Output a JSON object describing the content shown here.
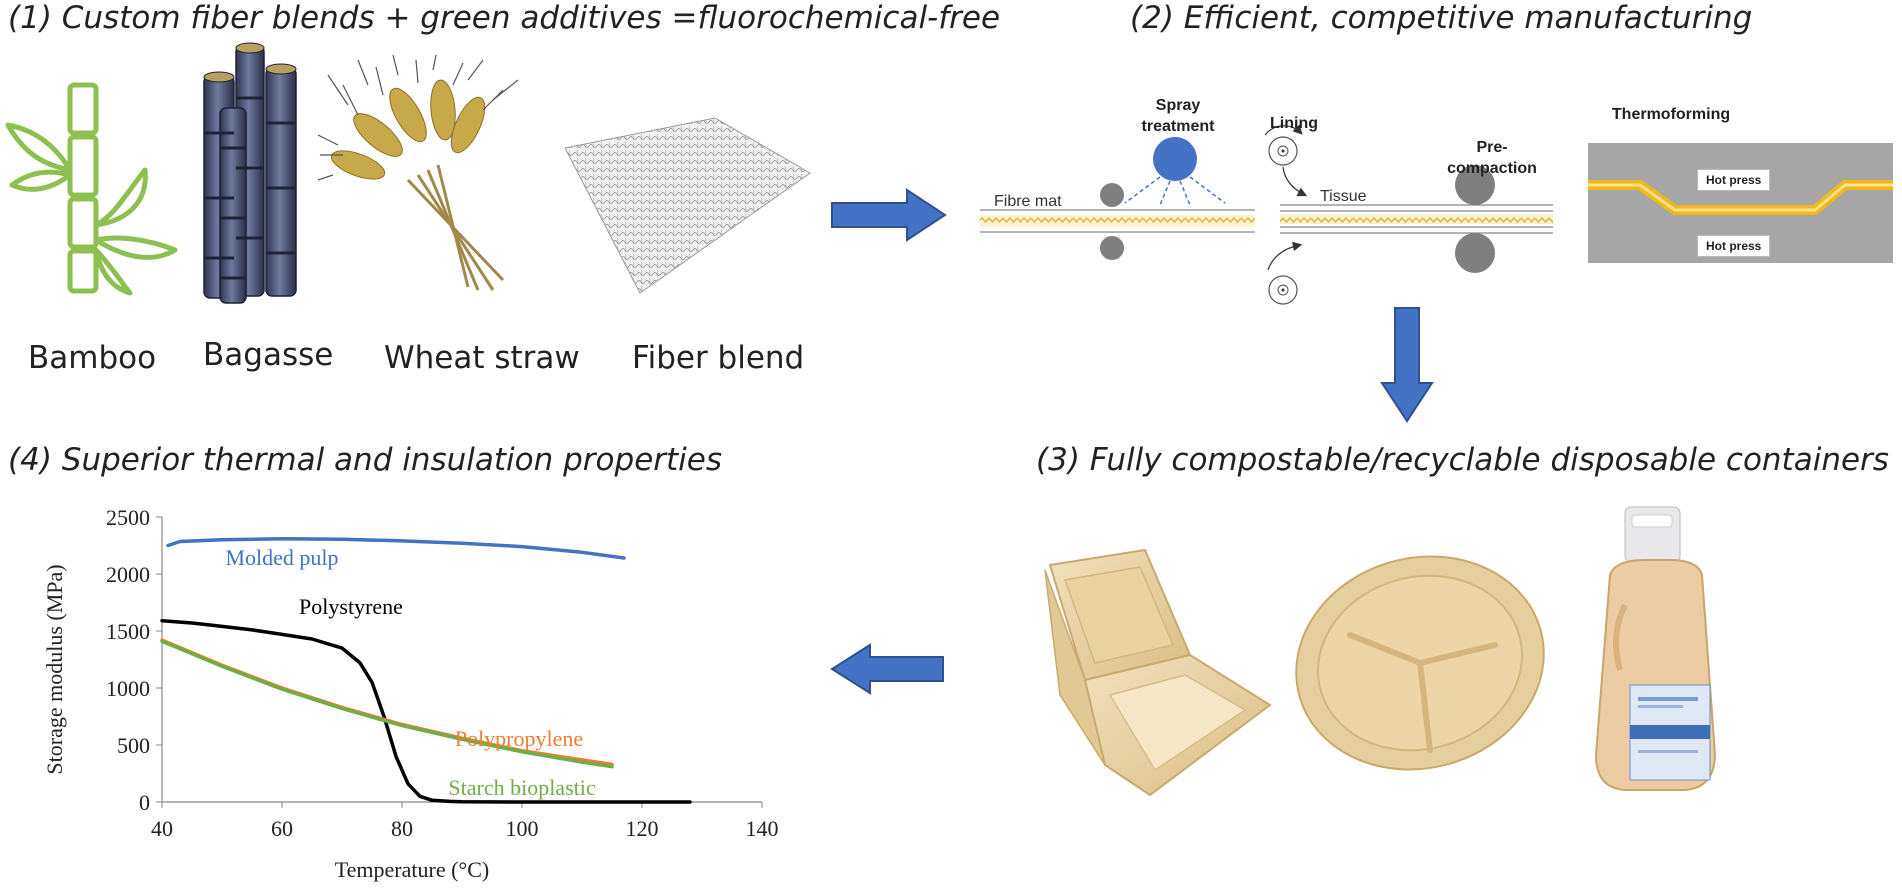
{
  "sections": {
    "s1": "(1) Custom fiber blends + green additives =fluorochemical-free",
    "s2": "(2) Efficient, competitive manufacturing",
    "s3": "(3) Fully compostable/recyclable disposable containers",
    "s4": "(4) Superior thermal and insulation properties"
  },
  "fibers": [
    {
      "label": "Bamboo",
      "icon": "bamboo-icon"
    },
    {
      "label": "Bagasse",
      "icon": "sugarcane-icon"
    },
    {
      "label": "Wheat straw",
      "icon": "wheat-icon"
    },
    {
      "label": "Fiber blend",
      "icon": "fiber-mat-icon"
    }
  ],
  "process": {
    "fibre_mat": "Fibre mat",
    "spray_treatment": "Spray treatment",
    "lining": "Lining",
    "tissue": "Tissue",
    "pre_compaction": "Pre-compaction",
    "thermoforming": "Thermoforming",
    "hot_press_top": "Hot press",
    "hot_press_bottom": "Hot press"
  },
  "products": [
    {
      "icon": "clamshell-box-icon"
    },
    {
      "icon": "plate-icon"
    },
    {
      "icon": "bottle-icon"
    }
  ],
  "colors": {
    "arrow": "#4472c4",
    "molded_pulp": "#4472c4",
    "polystyrene": "#000000",
    "polypropylene": "#ed7d31",
    "starch": "#70ad47",
    "bamboo": "#8cc152",
    "pulp": "#e6cf9e"
  },
  "chart_data": {
    "type": "line",
    "xlabel": "Temperature (°C)",
    "ylabel": "Storage modulus (MPa)",
    "xlim": [
      40,
      140
    ],
    "ylim": [
      0,
      2500
    ],
    "xticks": [
      40,
      60,
      80,
      100,
      120,
      140
    ],
    "yticks": [
      0,
      500,
      1000,
      1500,
      2000,
      2500
    ],
    "grid": false,
    "series": [
      {
        "name": "Molded pulp",
        "color": "#4472c4",
        "x": [
          41,
          43,
          50,
          60,
          70,
          80,
          90,
          100,
          110,
          117
        ],
        "y": [
          2250,
          2285,
          2300,
          2310,
          2305,
          2290,
          2270,
          2240,
          2190,
          2140
        ]
      },
      {
        "name": "Polystyrene",
        "color": "#000000",
        "x": [
          40,
          45,
          50,
          55,
          60,
          65,
          70,
          73,
          75,
          77,
          79,
          81,
          83,
          85,
          88,
          90,
          100,
          110,
          120,
          128
        ],
        "y": [
          1590,
          1570,
          1540,
          1510,
          1470,
          1430,
          1350,
          1220,
          1050,
          750,
          400,
          160,
          50,
          15,
          5,
          2,
          0,
          0,
          0,
          0
        ]
      },
      {
        "name": "Polypropylene",
        "color": "#ed7d31",
        "x": [
          40,
          50,
          60,
          70,
          80,
          90,
          100,
          110,
          115
        ],
        "y": [
          1420,
          1200,
          1000,
          830,
          680,
          560,
          450,
          370,
          330
        ]
      },
      {
        "name": "Starch bioplastic",
        "color": "#70ad47",
        "x": [
          40,
          50,
          60,
          70,
          80,
          90,
          100,
          110,
          115
        ],
        "y": [
          1410,
          1190,
          990,
          820,
          670,
          550,
          440,
          350,
          310
        ]
      }
    ]
  }
}
